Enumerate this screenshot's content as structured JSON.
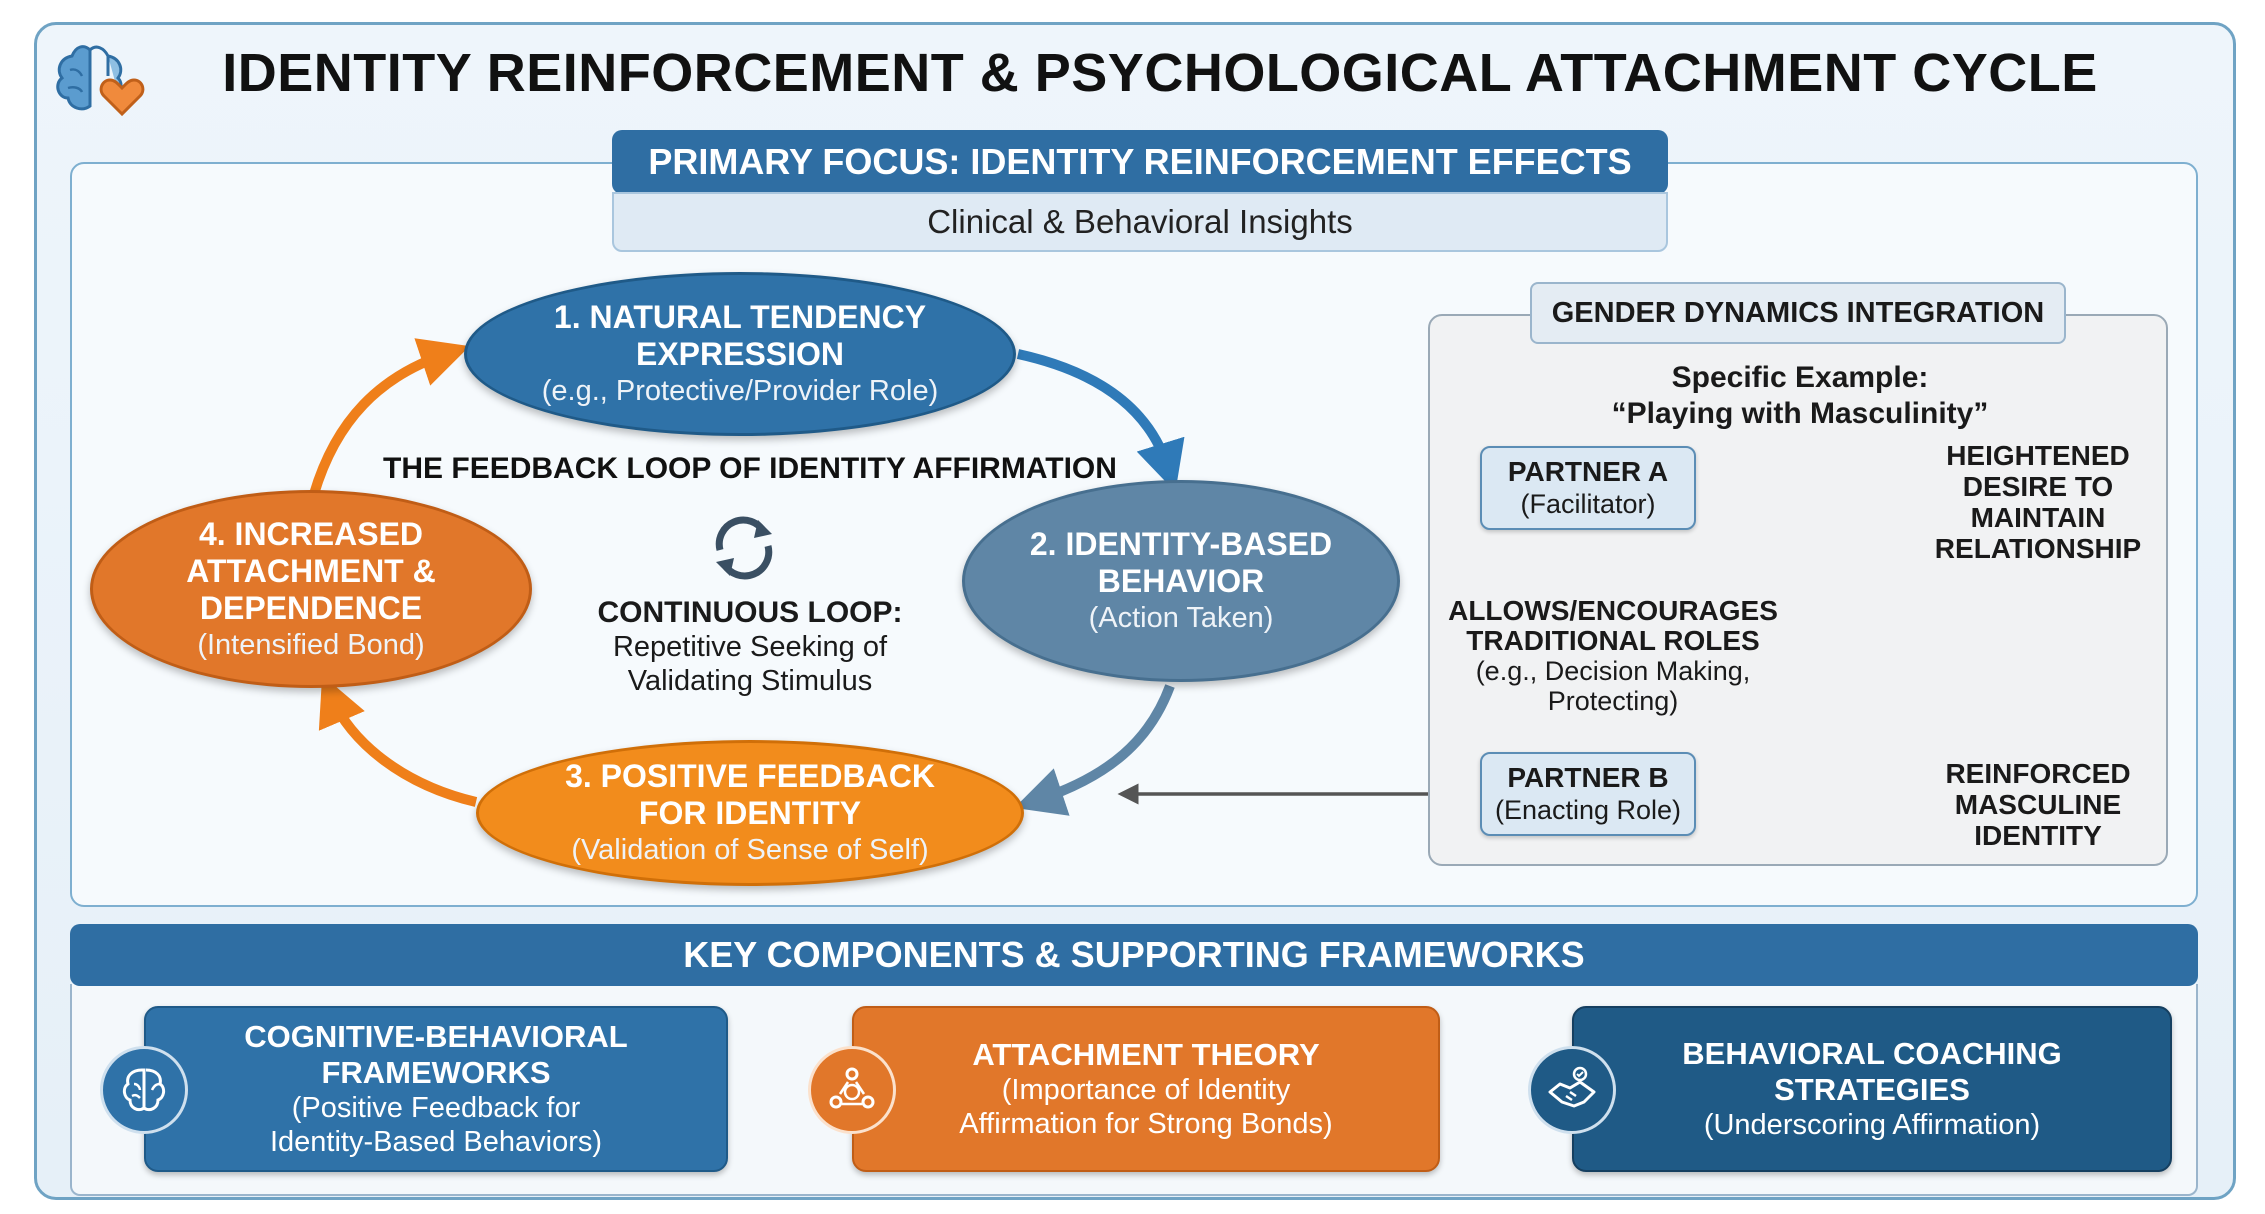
{
  "title": "IDENTITY REINFORCEMENT & PSYCHOLOGICAL ATTACHMENT CYCLE",
  "primary_focus": {
    "label": "PRIMARY FOCUS: IDENTITY REINFORCEMENT EFFECTS",
    "subtitle": "Clinical & Behavioral Insights"
  },
  "cycle": {
    "heading": "THE FEEDBACK LOOP OF IDENTITY AFFIRMATION",
    "center_title": "CONTINUOUS LOOP:",
    "center_desc_1": "Repetitive Seeking of",
    "center_desc_2": "Validating Stimulus",
    "nodes": [
      {
        "title_1": "1. NATURAL TENDENCY",
        "title_2": "EXPRESSION",
        "sub": "(e.g., Protective/Provider Role)"
      },
      {
        "title_1": "2. IDENTITY-BASED",
        "title_2": "BEHAVIOR",
        "sub": "(Action Taken)"
      },
      {
        "title_1": "3. POSITIVE FEEDBACK",
        "title_2": "FOR IDENTITY",
        "sub": "(Validation of Sense of Self)"
      },
      {
        "title_1": "4. INCREASED",
        "title_2": "ATTACHMENT &",
        "title_3": "DEPENDENCE",
        "sub": "(Intensified Bond)"
      }
    ]
  },
  "gender": {
    "heading": "GENDER DYNAMICS INTEGRATION",
    "example_1": "Specific Example:",
    "example_2": "“Playing with Masculinity”",
    "partner_a": {
      "title": "PARTNER A",
      "sub": "(Facilitator)"
    },
    "partner_b": {
      "title": "PARTNER B",
      "sub": "(Enacting Role)"
    },
    "allows_1": "ALLOWS/ENCOURAGES",
    "allows_2": "TRADITIONAL ROLES",
    "allows_3": "(e.g., Decision Making,",
    "allows_4": "Protecting)",
    "heightened": [
      "HEIGHTENED",
      "DESIRE TO",
      "MAINTAIN",
      "RELATIONSHIP"
    ],
    "reinforced": [
      "REINFORCED",
      "MASCULINE",
      "IDENTITY"
    ]
  },
  "key": {
    "heading": "KEY COMPONENTS & SUPPORTING FRAMEWORKS",
    "cards": [
      {
        "t1": "COGNITIVE-BEHAVIORAL",
        "t2": "FRAMEWORKS",
        "s1": "(Positive Feedback for",
        "s2": "Identity-Based Behaviors)",
        "icon": "brain-icon"
      },
      {
        "t1": "ATTACHMENT THEORY",
        "s1": "(Importance of Identity",
        "s2": "Affirmation for Strong Bonds)",
        "icon": "people-network-icon"
      },
      {
        "t1": "BEHAVIORAL COACHING",
        "t2": "STRATEGIES",
        "s1": "(Underscoring Affirmation)",
        "icon": "handshake-icon"
      }
    ]
  },
  "colors": {
    "blue": "#2f72a8",
    "slate": "#5f86a6",
    "orange": "#f28c1c",
    "dark_orange": "#e1772a",
    "navy": "#1f5a86"
  }
}
